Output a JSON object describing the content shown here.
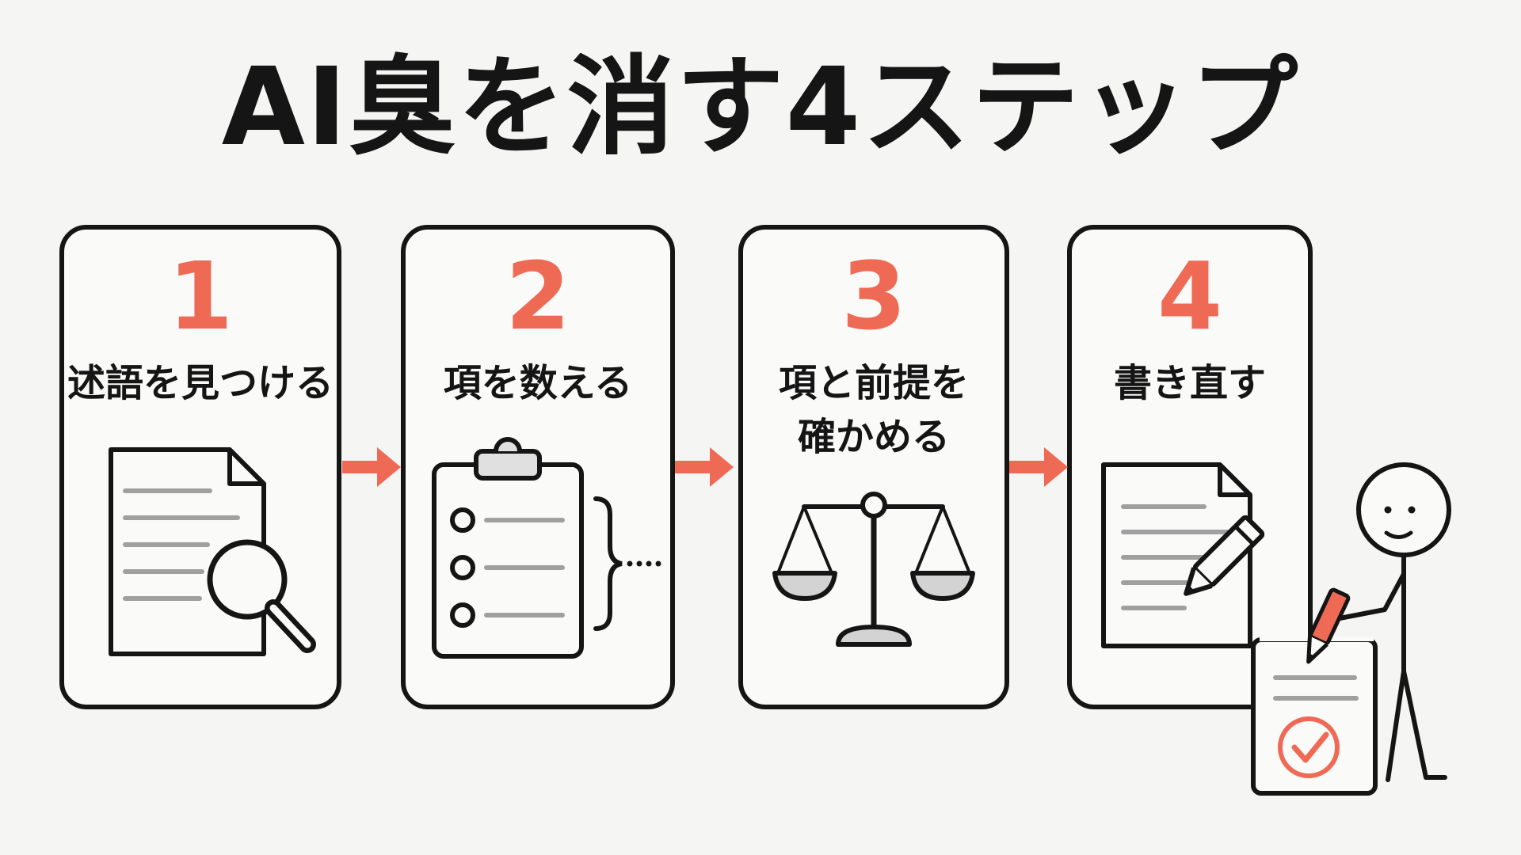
{
  "title": "AI臭を消す4ステップ",
  "steps": [
    {
      "number": "1",
      "label": "述語を見つける"
    },
    {
      "number": "2",
      "label": "項を数える"
    },
    {
      "number": "3",
      "label": "項と前提を\n確かめる"
    },
    {
      "number": "4",
      "label": "書き直す"
    }
  ],
  "colors": {
    "accent": "#ef6a55",
    "ink": "#151515",
    "line_gray": "#a0a0a0",
    "tray_gray": "#d3d3d3"
  },
  "icons": {
    "step1": "document-magnifier-icon",
    "step2": "clipboard-checklist-icon",
    "step3": "balance-scale-icon",
    "step4": "document-pencil-icon",
    "character": "stick-figure-icon"
  }
}
